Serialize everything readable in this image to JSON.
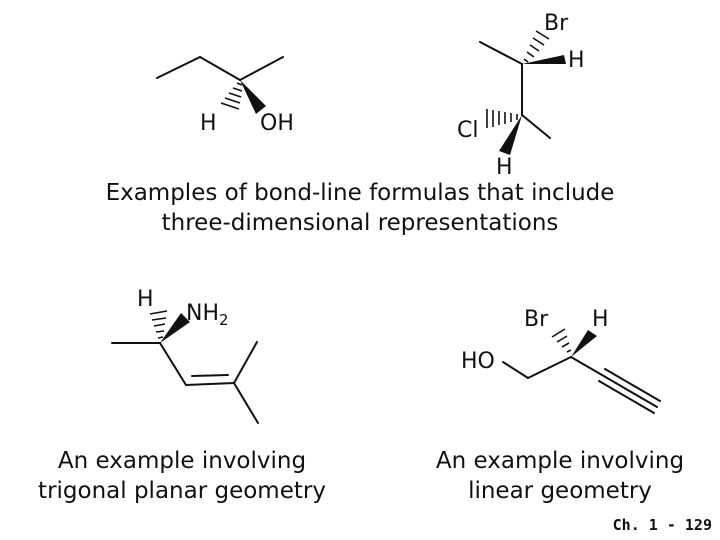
{
  "main_caption": {
    "line1": "Examples of bond-line formulas that include",
    "line2": "three-dimensional representations"
  },
  "molecules": {
    "butanol": {
      "h": "H",
      "oh": "OH"
    },
    "bromochloro": {
      "br": "Br",
      "h_top": "H",
      "cl": "Cl",
      "h_bottom": "H"
    },
    "amine": {
      "h": "H",
      "nh": "NH",
      "sub2": "2"
    },
    "alkyne": {
      "ho": "HO",
      "br": "Br",
      "h": "H"
    }
  },
  "captions": {
    "trigonal": {
      "line1": "An example involving",
      "line2": "trigonal planar geometry"
    },
    "linear": {
      "line1": "An example involving",
      "line2": "linear geometry"
    }
  },
  "footer": "Ch. 1 - 129"
}
